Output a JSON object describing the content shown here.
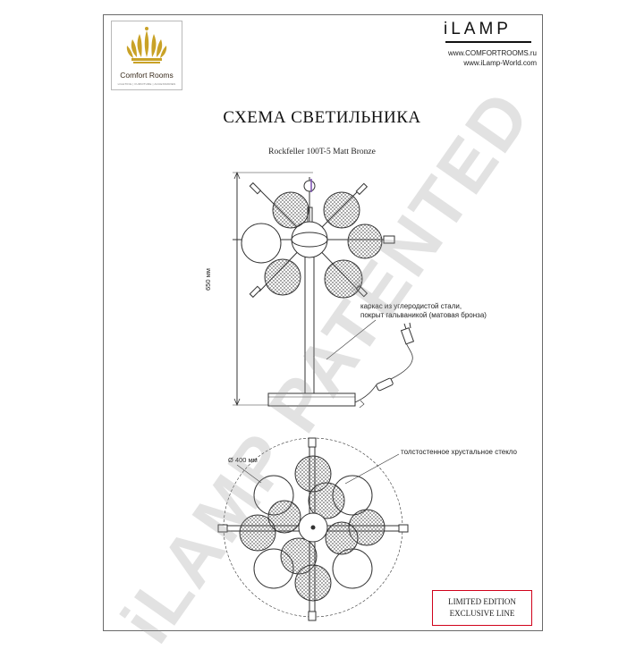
{
  "header": {
    "brand_name": "Comfort Rooms",
    "brand_tagline": "LIGHTING | FURNITURE | ACCESSORIES",
    "ilamp_logo": "iLAMP",
    "site_primary": "www.COMFORTROOMS.ru",
    "site_secondary": "www.iLamp-World.com"
  },
  "document": {
    "title": "СХЕМА СВЕТИЛЬНИКА",
    "model": "Rockfeller 100T-5 Matt Bronze"
  },
  "annotations": {
    "height_label": "650 мм",
    "frame_note_line1": "каркас из углеродистой стали,",
    "frame_note_line2": "покрыт гальваникой (матовая бронза)",
    "diameter_label": "Ø 400 мм",
    "glass_note": "толстостенное хрустальное стекло"
  },
  "footer": {
    "edition_line1": "LIMITED EDITION",
    "edition_line2": "EXCLUSIVE LINE"
  },
  "watermark": "iLAMP PATENTED",
  "colors": {
    "gold": "#c9a227",
    "edition_border": "#d0021b",
    "line": "#333333"
  },
  "icons": [
    "crown-logo-icon",
    "lamp-side-view-icon",
    "lamp-top-view-icon",
    "plug-icon"
  ]
}
